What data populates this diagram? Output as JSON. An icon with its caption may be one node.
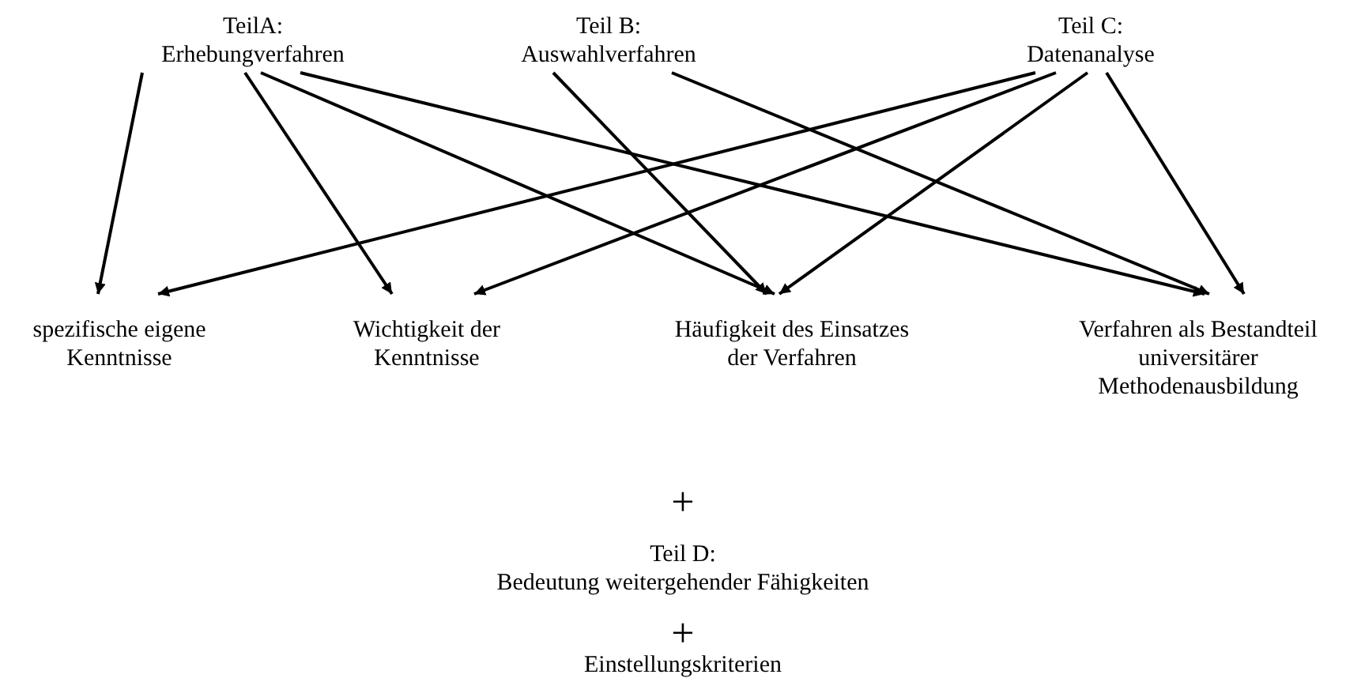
{
  "diagram": {
    "nodes": [
      {
        "text": [
          "TeilA:",
          "Erhebungverfahren"
        ]
      },
      {
        "text": [
          "Teil B:",
          "Auswahlverfahren"
        ]
      },
      {
        "text": [
          "Teil C:",
          "Datenanalyse"
        ]
      },
      {
        "text": [
          "spezifische eigene Kenntnisse"
        ]
      },
      {
        "text": [
          "Wichtigkeit der Kenntnisse"
        ]
      },
      {
        "text": [
          "Häufigkeit des Einsatzes der Verfahren"
        ]
      },
      {
        "text": [
          "Verfahren als Bestandteil universitärer Methodenausbildung"
        ]
      }
    ],
    "edges": [
      {
        "from": 0,
        "to": 3,
        "arrow": "to"
      },
      {
        "from": 0,
        "to": 4,
        "arrow": "to"
      },
      {
        "from": 0,
        "to": 5,
        "arrow": "to"
      },
      {
        "from": 0,
        "to": 6,
        "arrow": "to"
      },
      {
        "from": 1,
        "to": 5,
        "arrow": "to"
      },
      {
        "from": 1,
        "to": 6,
        "arrow": "to"
      },
      {
        "from": 2,
        "to": 3,
        "arrow": "to"
      },
      {
        "from": 2,
        "to": 4,
        "arrow": "to"
      },
      {
        "from": 2,
        "to": 5,
        "arrow": "to"
      },
      {
        "from": 2,
        "to": 6,
        "arrow": "to"
      }
    ],
    "labels": [
      "+",
      "Teil D:",
      "Bedeutung weitergehender Fähigkeiten",
      "+",
      "Einstellungskriterien"
    ]
  }
}
